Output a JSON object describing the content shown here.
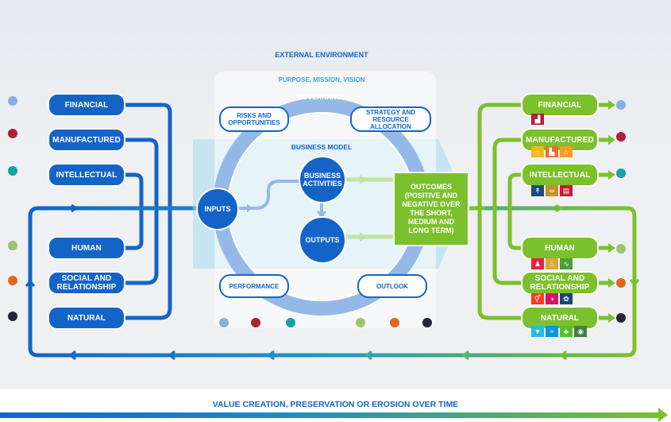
{
  "header": {
    "external": "EXTERNAL ENVIRONMENT",
    "purpose": "PURPOSE, MISSION, VISION",
    "governance": "GOVERNANCE",
    "business_model": "BUSINESS MODEL"
  },
  "ring_labels": {
    "risks": "RISKS AND OPPORTUNITIES",
    "strategy": "STRATEGY AND RESOURCE ALLOCATION",
    "performance": "PERFORMANCE",
    "outlook": "OUTLOOK"
  },
  "nodes": {
    "inputs": "INPUTS",
    "business_activities": "BUSINESS ACTIVITIES",
    "outputs": "OUTPUTS",
    "outcomes": "OUTCOMES (POSITIVE AND NEGATIVE OVER THE SHORT, MEDIUM AND LONG TERM)"
  },
  "capitals_in": [
    {
      "label": "FINANCIAL",
      "color": "#8aaee0"
    },
    {
      "label": "MANUFACTURED",
      "color": "#b0203a"
    },
    {
      "label": "INTELLECTUAL",
      "color": "#1aa0a8"
    },
    {
      "label": "HUMAN",
      "color": "#9cc46a"
    },
    {
      "label": "SOCIAL AND RELATIONSHIP",
      "color": "#e3661e"
    },
    {
      "label": "NATURAL",
      "color": "#26263a"
    }
  ],
  "capitals_out": [
    {
      "label": "FINANCIAL",
      "icons": [
        {
          "name": "growth-icon",
          "color": "#b21c3a",
          "glyph": "▟"
        }
      ]
    },
    {
      "label": "MANUFACTURED",
      "icons": [
        {
          "name": "energy-icon",
          "color": "#f3b81a",
          "glyph": "☼"
        },
        {
          "name": "industry-icon",
          "color": "#f26a2c",
          "glyph": "▙"
        },
        {
          "name": "cities-icon",
          "color": "#f89c24",
          "glyph": "⌂"
        }
      ]
    },
    {
      "label": "INTELLECTUAL",
      "icons": [
        {
          "name": "growth-icon",
          "color": "#1d4b7a",
          "glyph": "↟"
        },
        {
          "name": "consumption-icon",
          "color": "#c98f2a",
          "glyph": "∞"
        },
        {
          "name": "education-icon",
          "color": "#c5192d",
          "glyph": "▤"
        }
      ]
    },
    {
      "label": "HUMAN",
      "icons": [
        {
          "name": "poverty-icon",
          "color": "#e5243b",
          "glyph": "♟"
        },
        {
          "name": "hunger-icon",
          "color": "#dda63a",
          "glyph": "♨"
        },
        {
          "name": "health-icon",
          "color": "#4c9f38",
          "glyph": "∿"
        }
      ]
    },
    {
      "label": "SOCIAL AND RELATIONSHIP",
      "icons": [
        {
          "name": "equality-icon",
          "color": "#ff3a21",
          "glyph": "⚥"
        },
        {
          "name": "justice-icon",
          "color": "#dd1367",
          "glyph": "◑"
        },
        {
          "name": "partnership-icon",
          "color": "#19486a",
          "glyph": "✿"
        }
      ]
    },
    {
      "label": "NATURAL",
      "icons": [
        {
          "name": "water-icon",
          "color": "#26bde2",
          "glyph": "▼"
        },
        {
          "name": "sea-life-icon",
          "color": "#0a97d9",
          "glyph": "≈"
        },
        {
          "name": "land-life-icon",
          "color": "#56c02b",
          "glyph": "♣"
        },
        {
          "name": "climate-icon",
          "color": "#3f7e44",
          "glyph": "◉"
        }
      ]
    }
  ],
  "bottom_dots": [
    "#8aaee0",
    "#b0203a",
    "#1aa0a8",
    "#9cc46a",
    "#e3661e",
    "#26263a"
  ],
  "right_dots": [
    "#8aaee0",
    "#b0203a",
    "#1aa0a8",
    "#9cc46a",
    "#e3661e",
    "#26263a"
  ],
  "footer": "VALUE CREATION, PRESERVATION OR EROSION OVER TIME"
}
